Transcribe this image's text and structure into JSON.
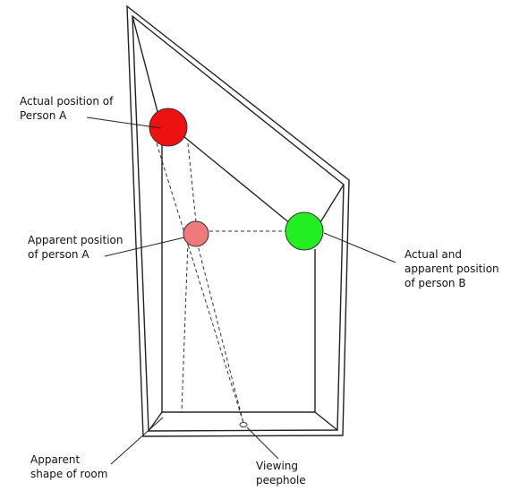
{
  "labels": {
    "person_a_actual": [
      "Actual position of",
      "Person A"
    ],
    "person_a_apparent": [
      "Apparent position",
      "of person A"
    ],
    "person_b": [
      "Actual and",
      "apparent position",
      "of person B"
    ],
    "apparent_room": [
      "Apparent",
      "shape of room"
    ],
    "peephole": [
      "Viewing",
      "peephole"
    ]
  },
  "colors": {
    "person_a_actual": "#ee1111",
    "person_a_apparent": "#f07a7a",
    "person_b": "#22ee22",
    "stroke": "#222222"
  }
}
